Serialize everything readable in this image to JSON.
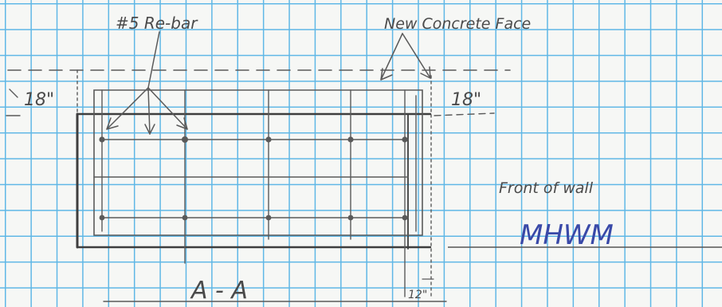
{
  "annotations": {
    "rebar_label": "#5 Re-bar",
    "face_label": "New Concrete Face",
    "dim_left": "18\"",
    "dim_right": "18\"",
    "front_label": "Front of wall",
    "mhwm_label": "MHWM",
    "section_label": "A - A",
    "dim_bottom": "12\""
  },
  "colors": {
    "grid": "#5fb7e6",
    "pencil": "#4a4a4a",
    "ink": "#3949a8"
  }
}
